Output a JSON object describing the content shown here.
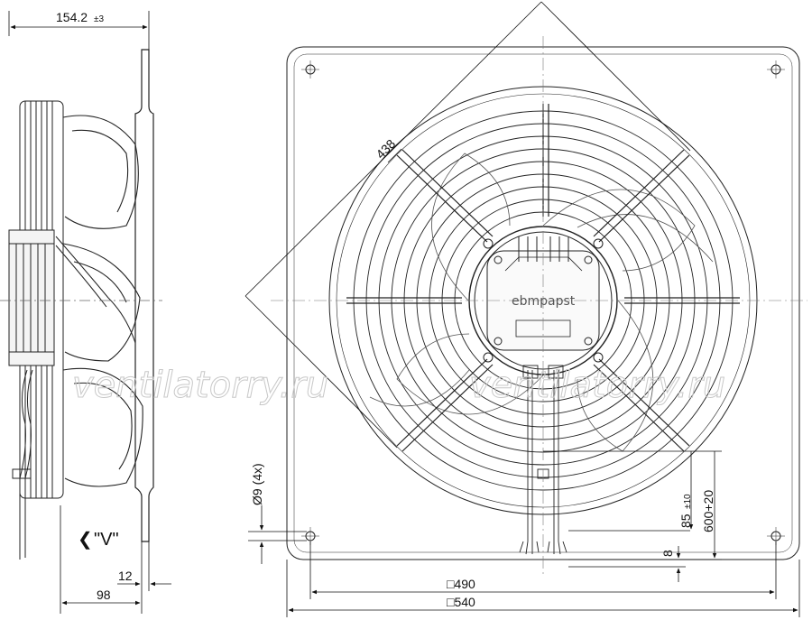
{
  "dimensions": {
    "overall_depth": "154.2",
    "overall_depth_tol": "±3",
    "flange_offset": "12",
    "guard_depth": "98",
    "diagonal": "438",
    "hole_diameter": "Ø9 (4x)",
    "plate_inner": "□490",
    "plate_outer": "□540",
    "cable_offset": "85",
    "cable_offset_tol": "±10",
    "cable_length": "600+20",
    "cable_spacing": "8"
  },
  "view_label": "\"V\"",
  "view_arrow": "❮",
  "logo": "ebmpapst",
  "watermark": "ventilatorry.ru"
}
